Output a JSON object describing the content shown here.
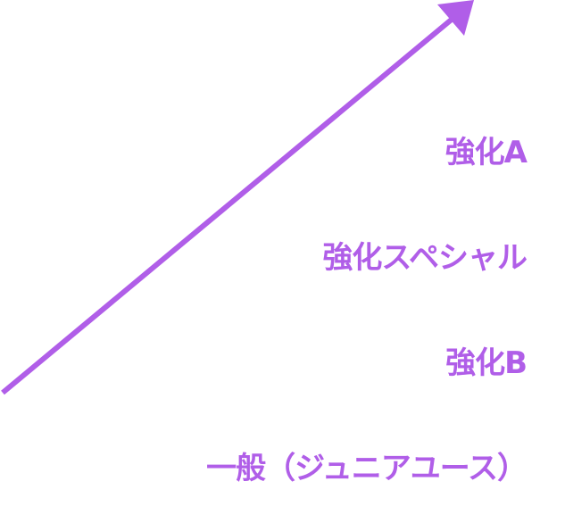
{
  "accent_color": "#b05ee8",
  "levels": [
    {
      "label": "強化A"
    },
    {
      "label": "強化スペシャル"
    },
    {
      "label": "強化B"
    },
    {
      "label": "一般（ジュニアユース）"
    }
  ]
}
